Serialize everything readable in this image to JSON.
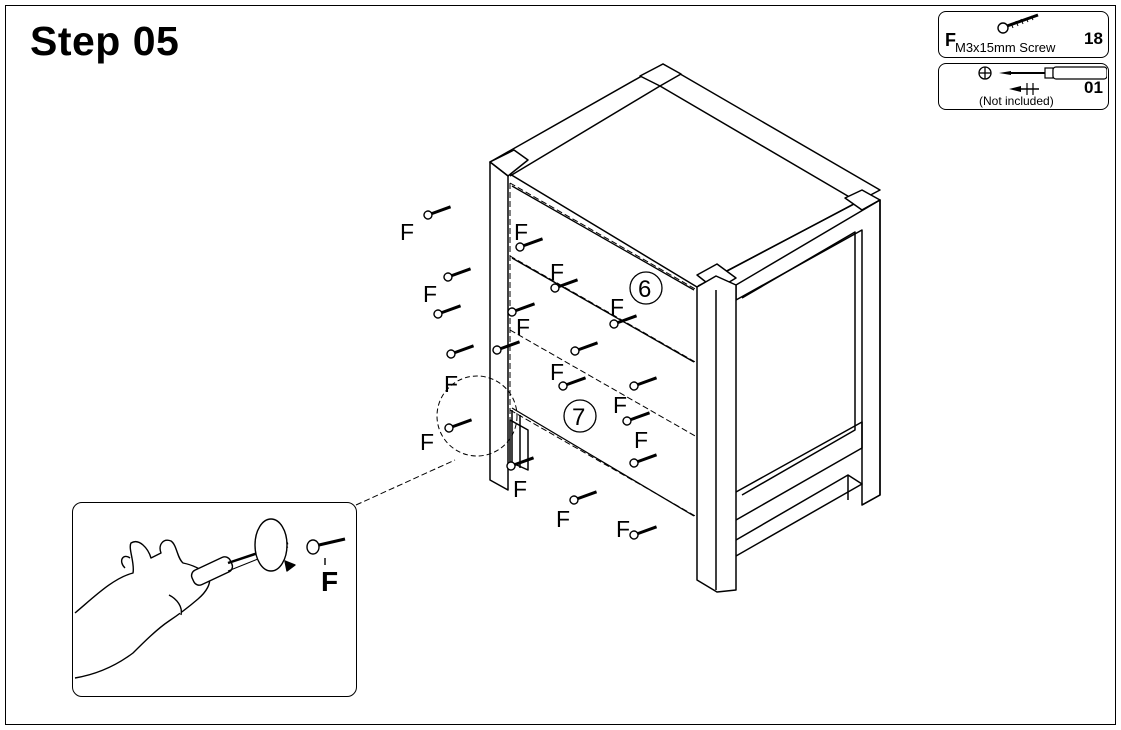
{
  "step_title": "Step 05",
  "parts": [
    {
      "letter": "F",
      "description": "M3x15mm Screw",
      "quantity": "18",
      "icon": "screw-icon"
    },
    {
      "letter": "",
      "description": "(Not included)",
      "quantity": "01",
      "icon": "phillips-screwdriver-icon"
    }
  ],
  "screw_labels": [
    "F",
    "F",
    "F",
    "F",
    "F",
    "F",
    "F",
    "F",
    "F",
    "F",
    "F",
    "F",
    "F",
    "F",
    "F"
  ],
  "panel_numbers": [
    "6",
    "7"
  ],
  "detail": {
    "screw_label": "F"
  }
}
